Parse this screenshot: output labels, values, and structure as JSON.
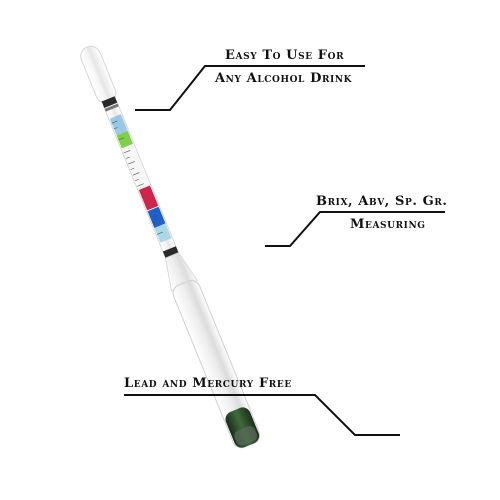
{
  "callouts": {
    "ease_line1": "Easy To Use For",
    "ease_line2": "Any Alcohol Drink",
    "measure_line1": "Brix, Abv, Sp. Gr.",
    "measure_line2": "Measuring",
    "safety_line1": "Lead and Mercury Free"
  },
  "colors": {
    "background": "#ffffff",
    "callout_line": "#111111",
    "glass": "#f2f2f2",
    "scale_blue_light": "#8fc4e6",
    "scale_green": "#7fcf4a",
    "scale_red": "#d0244a",
    "scale_blue": "#1f5fc8",
    "bulb_weight": "#2f5a2f"
  },
  "image_subject": "hydrometer-tube"
}
